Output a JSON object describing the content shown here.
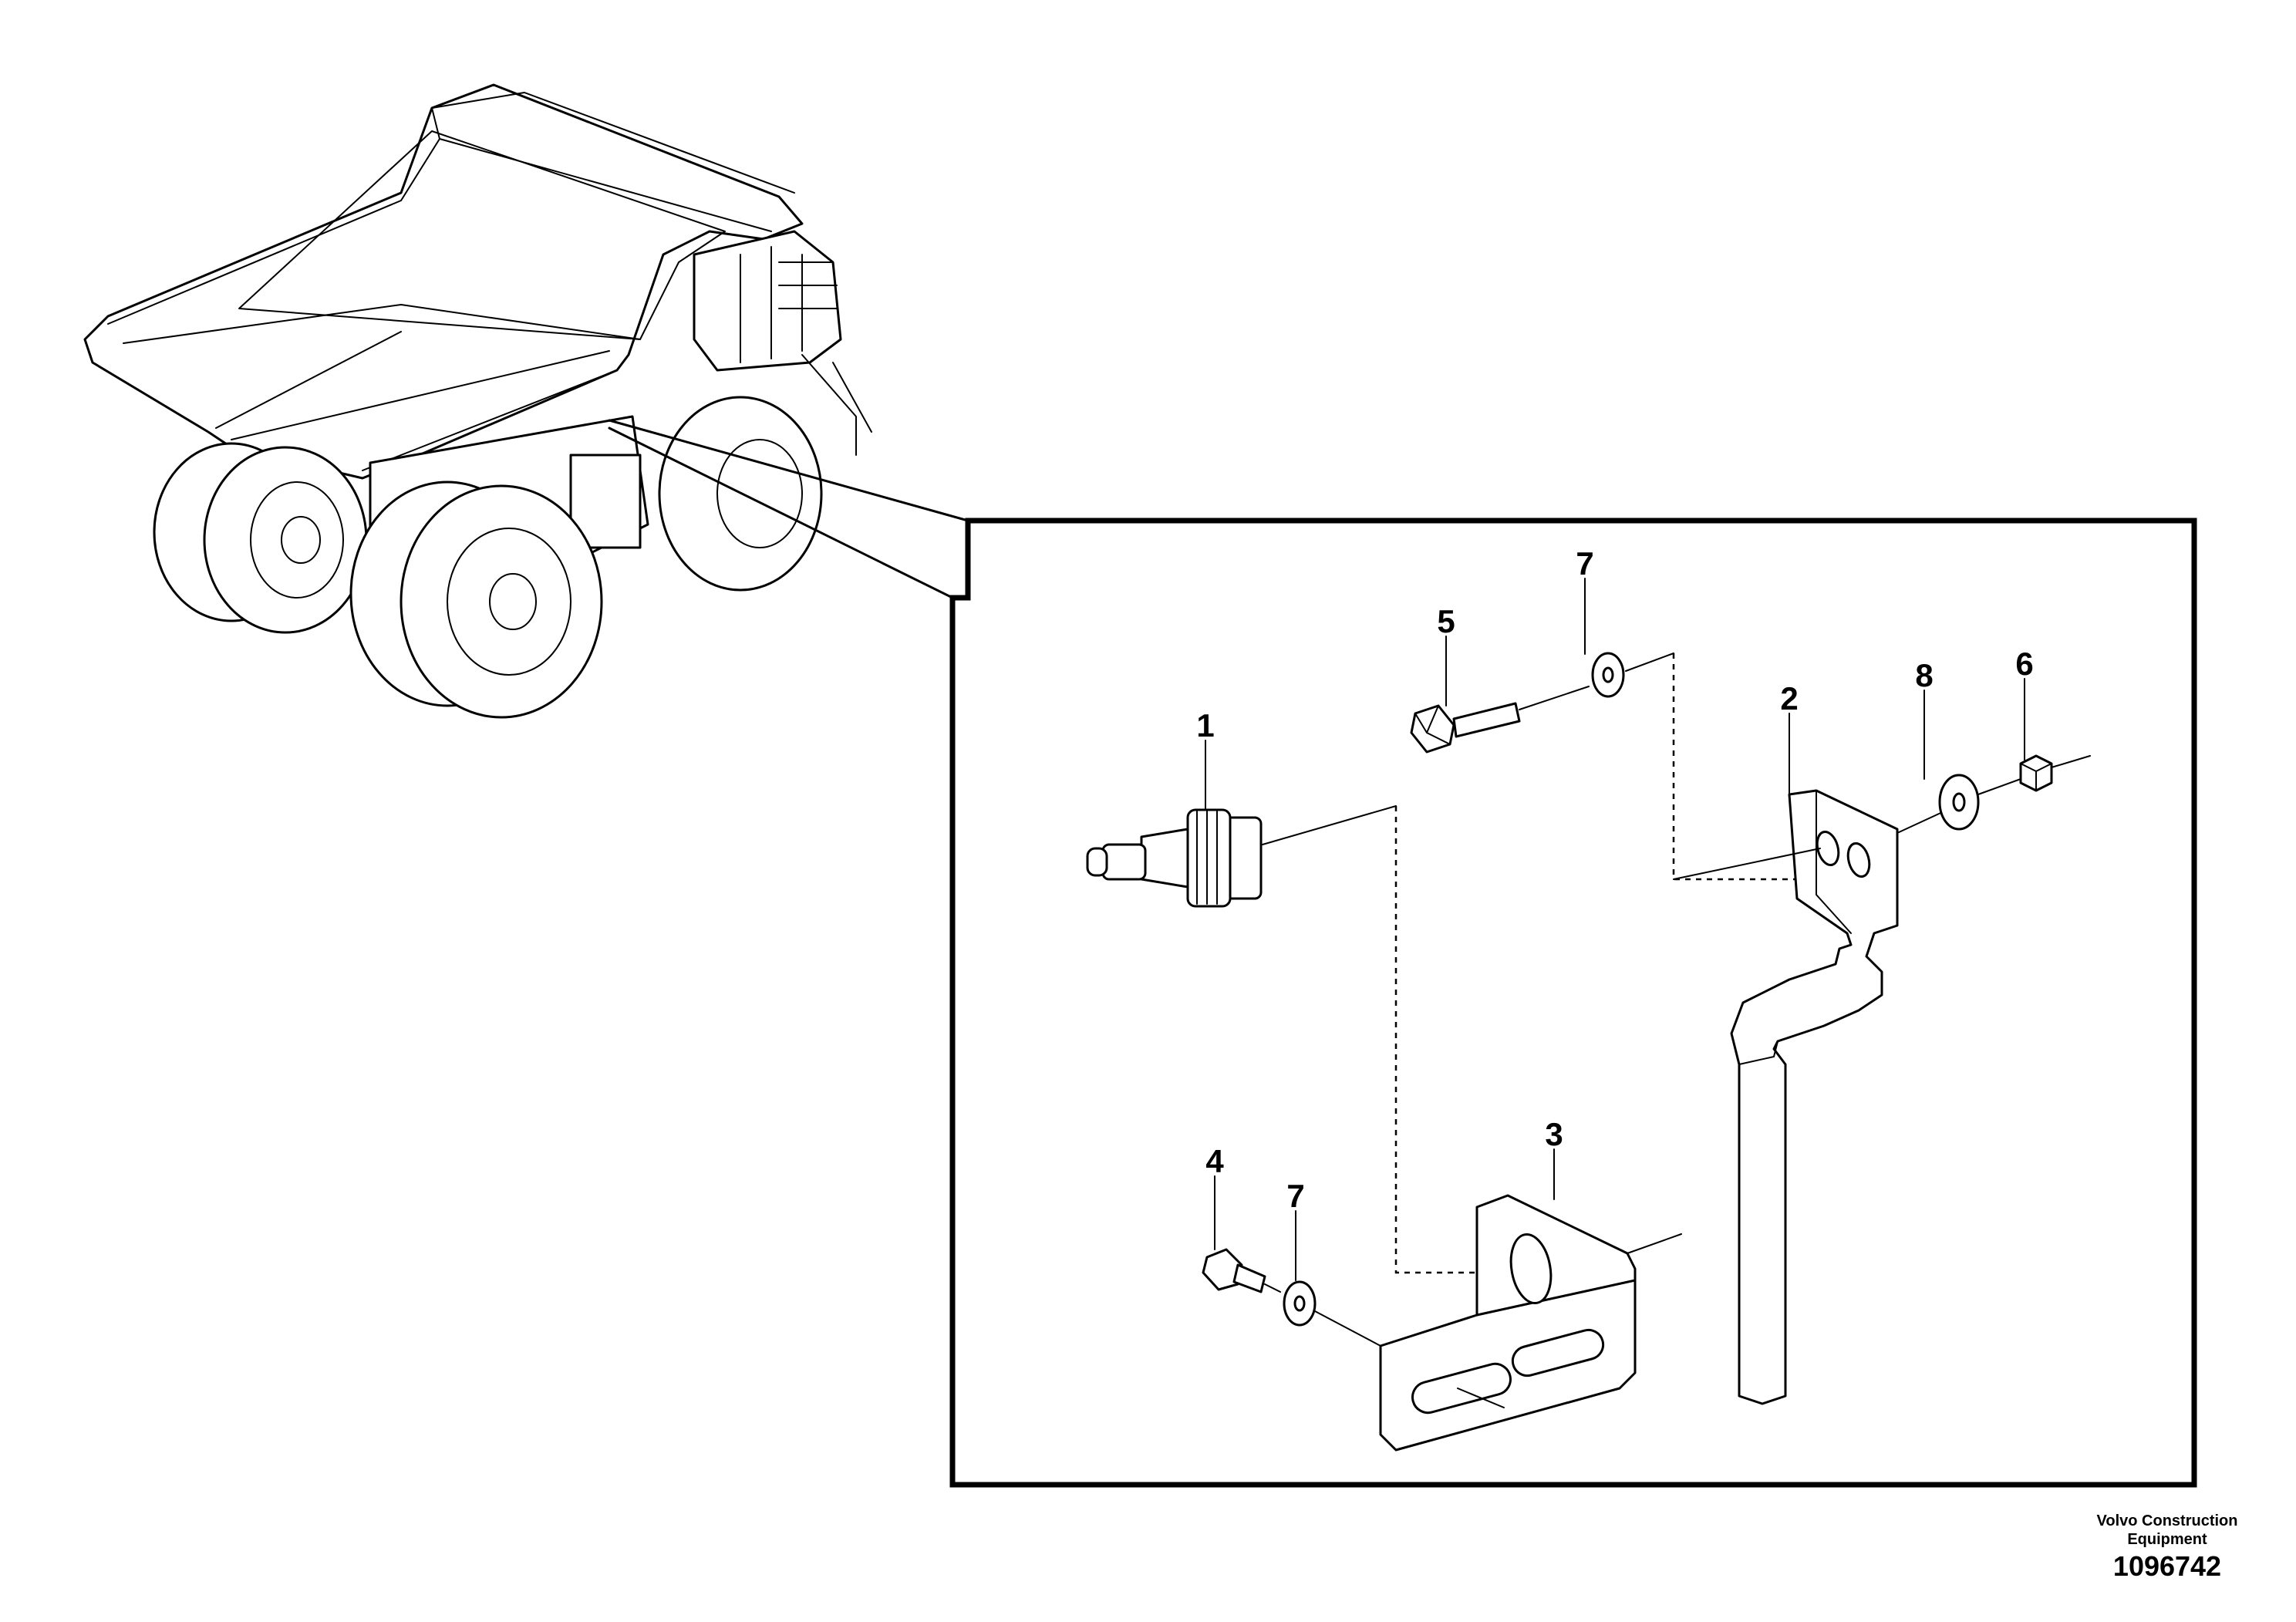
{
  "callouts": [
    {
      "id": "c1",
      "label": "1"
    },
    {
      "id": "c2",
      "label": "2"
    },
    {
      "id": "c3",
      "label": "3"
    },
    {
      "id": "c4",
      "label": "4"
    },
    {
      "id": "c5",
      "label": "5"
    },
    {
      "id": "c6",
      "label": "6"
    },
    {
      "id": "c7a",
      "label": "7"
    },
    {
      "id": "c7b",
      "label": "7"
    },
    {
      "id": "c8",
      "label": "8"
    }
  ],
  "footer": {
    "publisher": "Volvo Construction\nEquipment",
    "drawing_number": "1096742"
  }
}
